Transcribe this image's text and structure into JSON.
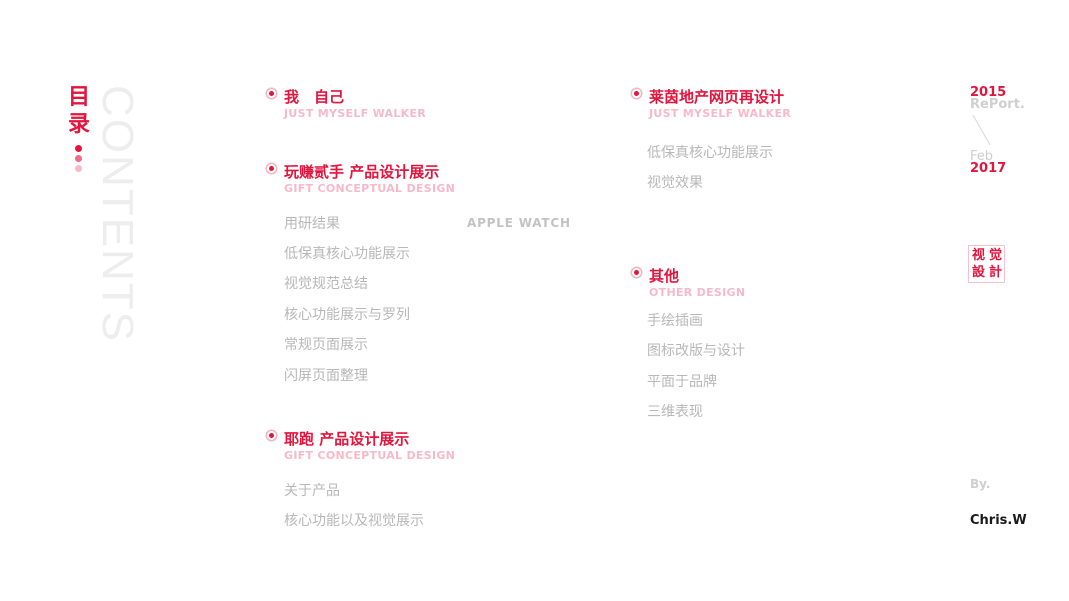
{
  "sidebar": {
    "title_line1": "目",
    "title_line2": "录",
    "vertical_word": "CONTENTS",
    "dot_colors": [
      "#e4143c",
      "#ee6d85",
      "#f7b9c7"
    ]
  },
  "sections": {
    "s1": {
      "title": "我　自己",
      "subtitle": "JUST MYSELF   WALKER"
    },
    "s2": {
      "title": "玩赚贰手 产品设计展示",
      "subtitle": "GIFT CONCEPTUAL DESIGN",
      "items": [
        "用研结果",
        "低保真核心功能展示",
        "视觉规范总结",
        "核心功能展示与罗列",
        "常规页面展示",
        "闪屏页面整理"
      ]
    },
    "s3": {
      "title": "耶跑 产品设计展示",
      "subtitle": "GIFT CONCEPTUAL DESIGN",
      "items": [
        "关于产品",
        "核心功能以及视觉展示"
      ]
    },
    "s4": {
      "title": "莱茵地产网页再设计",
      "subtitle": "JUST MYSELF   WALKER",
      "items": [
        "低保真核心功能展示",
        "视觉效果"
      ]
    },
    "s5": {
      "title": "其他",
      "subtitle": "OTHER DESIGN",
      "items": [
        "手绘插画",
        "图标改版与设计",
        "平面于品牌",
        "三维表现"
      ]
    },
    "apple_watch": "APPLE WATCH"
  },
  "meta": {
    "year_start": "2015",
    "report": "RePort.",
    "month": "Feb",
    "year_end": "2017",
    "stamp_chars": [
      "视",
      "觉",
      "設",
      "計"
    ],
    "by": "By.",
    "author": "Chris.W"
  },
  "colors": {
    "accent": "#e4143c",
    "accent_light": "#f7b9c7",
    "muted": "#b8b8b8"
  }
}
